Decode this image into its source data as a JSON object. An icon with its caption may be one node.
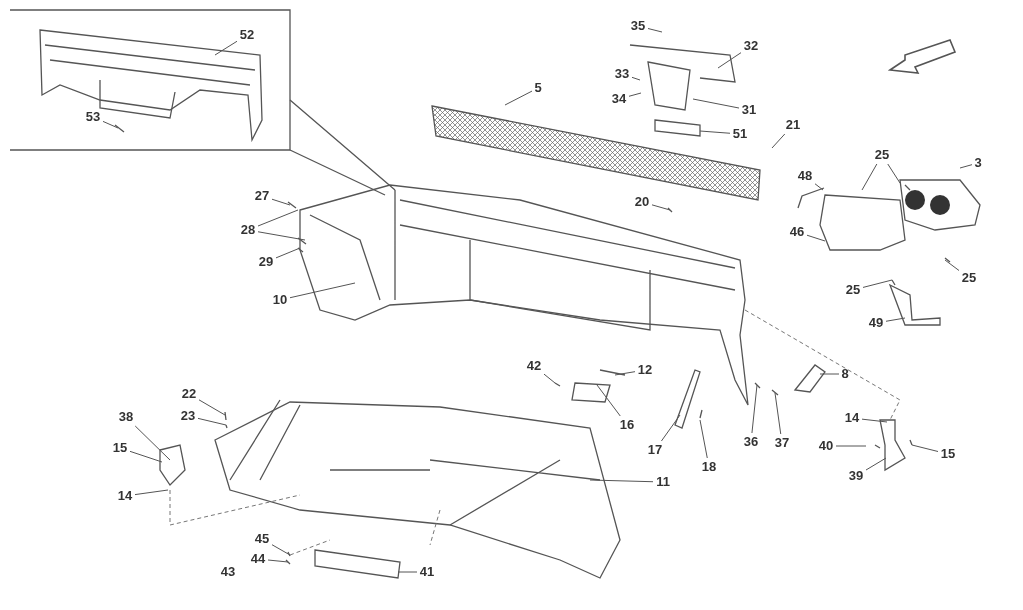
{
  "diagram": {
    "nodes": [
      {
        "text": [
          "52"
        ]
      },
      {
        "text": [
          "53"
        ]
      },
      {
        "text": [
          "5"
        ]
      },
      {
        "text": [
          "35"
        ]
      },
      {
        "text": [
          "32"
        ]
      },
      {
        "text": [
          "33"
        ]
      },
      {
        "text": [
          "34"
        ]
      },
      {
        "text": [
          "31"
        ]
      },
      {
        "text": [
          "51"
        ]
      },
      {
        "text": [
          "21"
        ]
      },
      {
        "text": [
          "20"
        ]
      },
      {
        "text": [
          "27"
        ]
      },
      {
        "text": [
          "28"
        ]
      },
      {
        "text": [
          "29"
        ]
      },
      {
        "text": [
          "10"
        ]
      },
      {
        "text": [
          "25"
        ]
      },
      {
        "text": [
          "3"
        ]
      },
      {
        "text": [
          "48"
        ]
      },
      {
        "text": [
          "46"
        ]
      },
      {
        "text": [
          "25"
        ]
      },
      {
        "text": [
          "25"
        ]
      },
      {
        "text": [
          "49"
        ]
      },
      {
        "text": [
          "42"
        ]
      },
      {
        "text": [
          "12"
        ]
      },
      {
        "text": [
          "8"
        ]
      },
      {
        "text": [
          "16"
        ]
      },
      {
        "text": [
          "17"
        ]
      },
      {
        "text": [
          "18"
        ]
      },
      {
        "text": [
          "36"
        ]
      },
      {
        "text": [
          "37"
        ]
      },
      {
        "text": [
          "14"
        ]
      },
      {
        "text": [
          "40"
        ]
      },
      {
        "text": [
          "39"
        ]
      },
      {
        "text": [
          "15"
        ]
      },
      {
        "text": [
          "11"
        ]
      },
      {
        "text": [
          "22"
        ]
      },
      {
        "text": [
          "23"
        ]
      },
      {
        "text": [
          "38"
        ]
      },
      {
        "text": [
          "15"
        ]
      },
      {
        "text": [
          "14"
        ]
      },
      {
        "text": [
          "45"
        ]
      },
      {
        "text": [
          "44"
        ]
      },
      {
        "text": [
          "41"
        ]
      },
      {
        "text": [],
        "shape": "picture"
      }
    ],
    "edges": [
      {
        "from": 0,
        "to": null,
        "arrow": "none"
      },
      {
        "from": 1,
        "to": null,
        "arrow": "none"
      },
      {
        "from": 2,
        "to": 43,
        "arrow": "none"
      },
      {
        "from": 3,
        "to": null,
        "arrow": "none"
      },
      {
        "from": 4,
        "to": null,
        "arrow": "none"
      },
      {
        "from": 5,
        "to": null,
        "arrow": "none"
      },
      {
        "from": 6,
        "to": null,
        "arrow": "none"
      },
      {
        "from": 7,
        "to": null,
        "arrow": "none"
      },
      {
        "from": 8,
        "to": null,
        "arrow": "none"
      },
      {
        "from": 9,
        "to": null,
        "arrow": "none"
      },
      {
        "from": 10,
        "to": null,
        "arrow": "none"
      },
      {
        "from": 11,
        "to": null,
        "arrow": "none"
      },
      {
        "from": 12,
        "to": null,
        "arrow": "none"
      },
      {
        "from": 12,
        "to": null,
        "arrow": "none"
      },
      {
        "from": 13,
        "to": null,
        "arrow": "none"
      },
      {
        "from": 14,
        "to": null,
        "arrow": "none"
      },
      {
        "from": 15,
        "to": null,
        "arrow": "none"
      },
      {
        "from": 15,
        "to": null,
        "arrow": "none"
      },
      {
        "from": 16,
        "to": null,
        "arrow": "none"
      },
      {
        "from": 17,
        "to": null,
        "arrow": "none"
      },
      {
        "from": 18,
        "to": null,
        "arrow": "none"
      },
      {
        "from": 19,
        "to": null,
        "arrow": "none"
      },
      {
        "from": 20,
        "to": null,
        "arrow": "none"
      },
      {
        "from": 21,
        "to": null,
        "arrow": "none"
      },
      {
        "from": 22,
        "to": null,
        "arrow": "none"
      },
      {
        "from": 23,
        "to": null,
        "arrow": "none"
      },
      {
        "from": 24,
        "to": null,
        "arrow": "none"
      },
      {
        "from": 25,
        "to": null,
        "arrow": "none"
      },
      {
        "from": 26,
        "to": null,
        "arrow": "none"
      },
      {
        "from": 27,
        "to": null,
        "arrow": "none"
      },
      {
        "from": 28,
        "to": null,
        "arrow": "none"
      },
      {
        "from": 29,
        "to": null,
        "arrow": "none"
      },
      {
        "from": 30,
        "to": null,
        "arrow": "none"
      },
      {
        "from": 31,
        "to": null,
        "arrow": "none"
      },
      {
        "from": 32,
        "to": null,
        "arrow": "none"
      },
      {
        "from": 33,
        "to": null,
        "arrow": "none"
      },
      {
        "from": 34,
        "to": null,
        "arrow": "none"
      },
      {
        "from": 35,
        "to": null,
        "arrow": "none"
      },
      {
        "from": 36,
        "to": null,
        "arrow": "none"
      },
      {
        "from": 37,
        "to": null,
        "arrow": "none"
      },
      {
        "from": 38,
        "to": null,
        "arrow": "none"
      },
      {
        "from": 39,
        "to": null,
        "arrow": "none"
      },
      {
        "from": 40,
        "to": null,
        "arrow": "none"
      },
      {
        "from": 41,
        "to": null,
        "arrow": "none"
      },
      {
        "from": 42,
        "to": null,
        "arrow": "none"
      }
    ],
    "labels": [
      "43"
    ]
  }
}
